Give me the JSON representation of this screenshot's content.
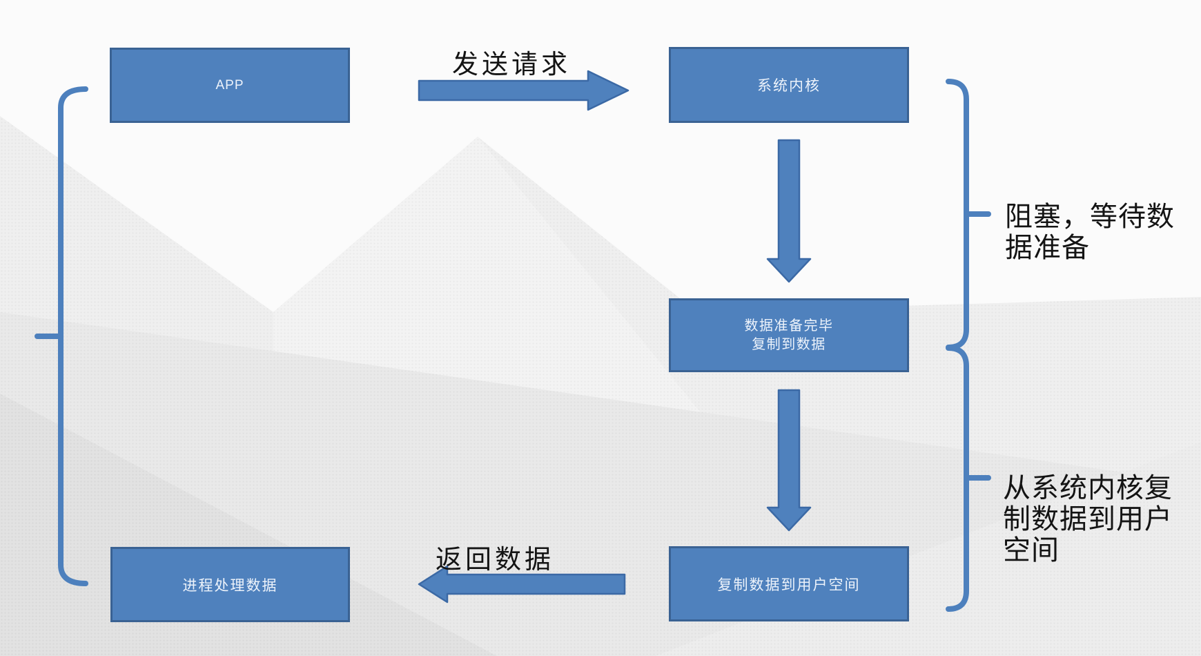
{
  "diagram": {
    "colors": {
      "shape_fill": "#4f81bd",
      "shape_border": "#3a6293",
      "brace_stroke": "#4d80bd",
      "box_text": "#edf3fb",
      "label_text": "#141414",
      "background_base": "#fbfbfb",
      "background_facet": "#efefef"
    },
    "nodes": {
      "app": {
        "label": "APP"
      },
      "kernel": {
        "label": "系统内核"
      },
      "data_ready": {
        "lines": [
          "数据准备完毕",
          "复制到数据"
        ]
      },
      "copy_to_user_space": {
        "label": "复制数据到用户空间"
      },
      "process_data": {
        "label": "进程处理数据"
      }
    },
    "arrows": {
      "send_request": {
        "label": "发送请求"
      },
      "return_data": {
        "label": "返回数据"
      }
    },
    "annotations": {
      "blocking_wait": {
        "lines": [
          "阻塞，等待数",
          "据准备"
        ]
      },
      "copy_kernel_to_user": {
        "lines": [
          "从系统内核复",
          "制数据到用户",
          "空间"
        ]
      }
    }
  }
}
